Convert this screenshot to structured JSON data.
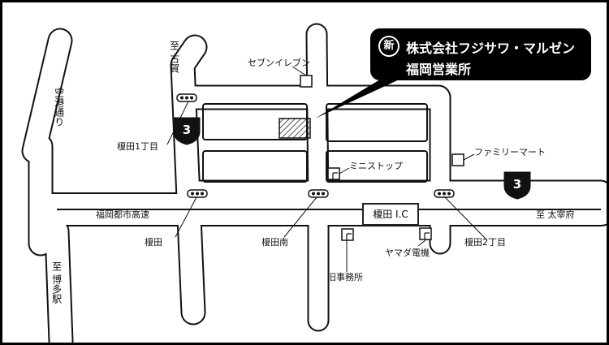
{
  "map": {
    "callout": {
      "badge": "新",
      "line1": "株式会社フジサワ・マルゼン",
      "line2": "福岡営業所"
    },
    "route_number": "3",
    "interchange": "榎田 I.C",
    "labels": {
      "seven_eleven": "セブンイレブン",
      "familymart": "ファミリーマート",
      "ministop": "ミニストップ",
      "yamada": "ヤマダ電機",
      "old_office": "旧事務所",
      "enokida_1": "榎田1丁目",
      "enokida": "榎田",
      "enokida_minami": "榎田南",
      "enokida_2": "榎田2丁目",
      "expressway": "福岡都市高速",
      "to_dazaifu": "至 太宰府",
      "to_koga": "至 古賀",
      "airport_road": "空港通り",
      "to_hakata": "至 博多駅"
    },
    "colors": {
      "road_fill": "#ffffff",
      "road_edge": "#111111",
      "callout": "#000000",
      "border": "#000000"
    }
  }
}
